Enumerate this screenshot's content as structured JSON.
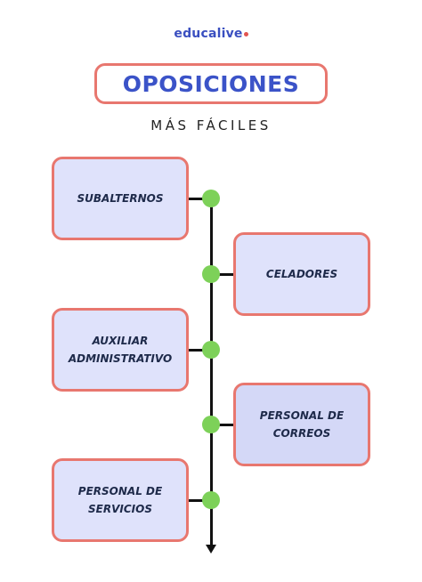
{
  "brand": {
    "logo_text": "educalive"
  },
  "header": {
    "title": "OPOSICIONES",
    "subtitle": "MÁS FÁCILES"
  },
  "colors": {
    "accent_border": "#e8776f",
    "title_blue": "#3b53c8",
    "card_fill": "#dfe2fb",
    "node_green": "#7dd159"
  },
  "timeline": {
    "items": [
      {
        "label": "SUBALTERNOS",
        "side": "left"
      },
      {
        "label": "CELADORES",
        "side": "right"
      },
      {
        "label": "AUXILIAR\nADMINISTRATIVO",
        "side": "left"
      },
      {
        "label": "PERSONAL DE\nCORREOS",
        "side": "right"
      },
      {
        "label": "PERSONAL DE\nSERVICIOS",
        "side": "left"
      }
    ]
  }
}
